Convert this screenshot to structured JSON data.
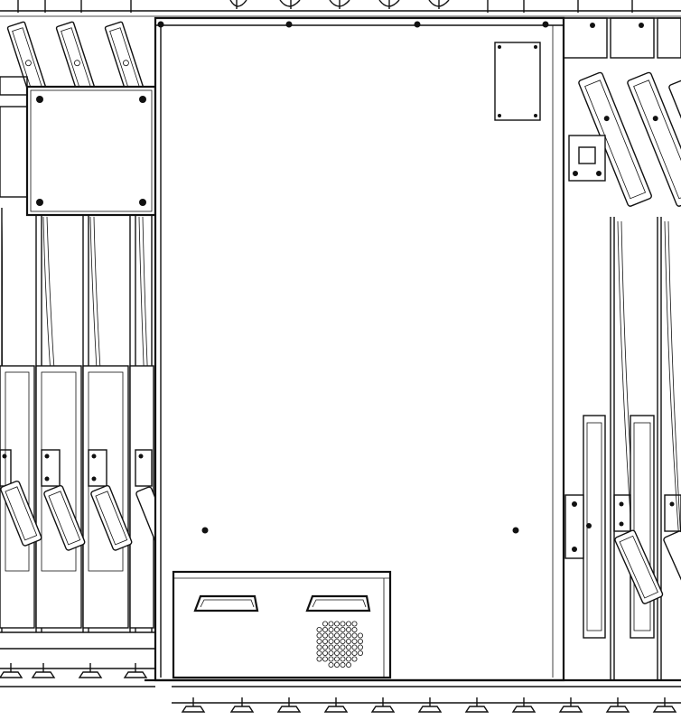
{
  "drawing": {
    "style": "black line-art technical drawing",
    "stroke_color": "#111111",
    "background_color": "#ffffff",
    "components": {
      "main_enclosure": "electrical-cabinet",
      "junction_box": "junction-box",
      "vent_grille": "vent-grille",
      "handles": "recessed-handle",
      "locks": "hanging-lock"
    }
  }
}
